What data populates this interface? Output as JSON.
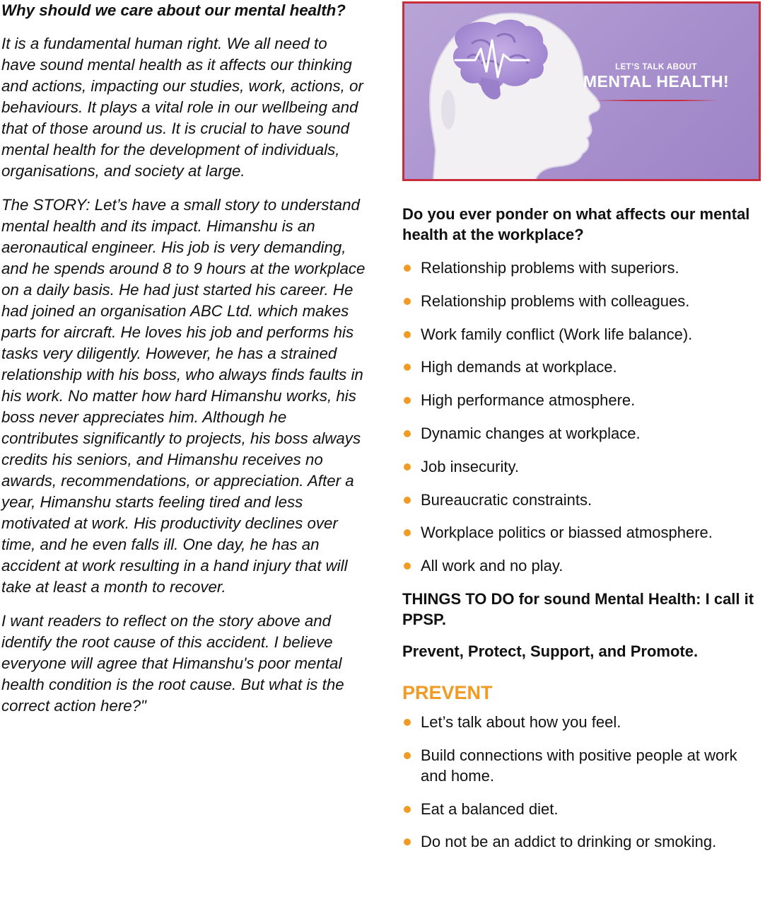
{
  "left": {
    "question": "Why should we care about our mental health?",
    "paragraph1": "It is a fundamental human right. We all need to have sound mental health as it affects our thinking and actions, impacting our studies, work, actions, or behaviours. It plays a vital role in our wellbeing and that of those around us. It is crucial to have sound mental health for the development of individuals, organisations, and society at large.",
    "story": "The STORY: Let’s have a small story to understand mental health and its impact. Himanshu is an aeronautical engineer. His job is very demanding, and he spends around 8 to 9 hours at the workplace on a daily basis. He had just started his career. He had joined an organisation ABC Ltd. which makes parts for aircraft. He loves his job and performs his tasks very diligently. However, he has a strained relationship with his boss, who always finds faults in his work. No matter how hard Himanshu works, his boss never appreciates him. Although he contributes significantly to projects, his boss always credits his seniors, and Himanshu receives no awards, recommendations, or appreciation. After a year, Himanshu starts feeling tired and less motivated at work. His productivity declines over time, and he even falls ill. One day, he has an accident at work resulting in a hand injury that will take at least a month to recover.",
    "reflection": "I want readers to reflect on the story above and identify the root cause of this accident. I believe everyone will agree that Himanshu's poor mental health condition is the root cause. But what is the correct action here?\""
  },
  "banner": {
    "small_text": "LET’S TALK ABOUT",
    "big_text": "MENTAL HEALTH!"
  },
  "right": {
    "ponder_heading": "Do you ever ponder on what affects our mental health at the workplace?",
    "factors": [
      "Relationship problems with superiors.",
      "Relationship problems with colleagues.",
      "Work family conflict (Work life balance).",
      "High demands at workplace.",
      "High performance atmosphere.",
      "Dynamic changes at workplace.",
      "Job insecurity.",
      "Bureaucratic constraints.",
      "Workplace politics or biassed atmosphere.",
      "All work and no play."
    ],
    "things_heading": "THINGS TO DO for sound Mental Health:   I call it PPSP.",
    "ppsp_heading": "Prevent, Protect, Support, and Promote.",
    "prevent_heading": "PREVENT",
    "prevent_items": [
      "Let’s talk about how you feel.",
      "Build connections with positive people at work and home.",
      "Eat a balanced diet.",
      "Do not be an addict to drinking or smoking."
    ]
  },
  "colors": {
    "accent_orange": "#f29b24",
    "banner_border": "#c92c3a",
    "banner_purple": "#a78fcd"
  },
  "icons": {
    "bullet": "orange-dot-icon",
    "banner_art": "head-silhouette-brain-heartbeat-icon"
  }
}
